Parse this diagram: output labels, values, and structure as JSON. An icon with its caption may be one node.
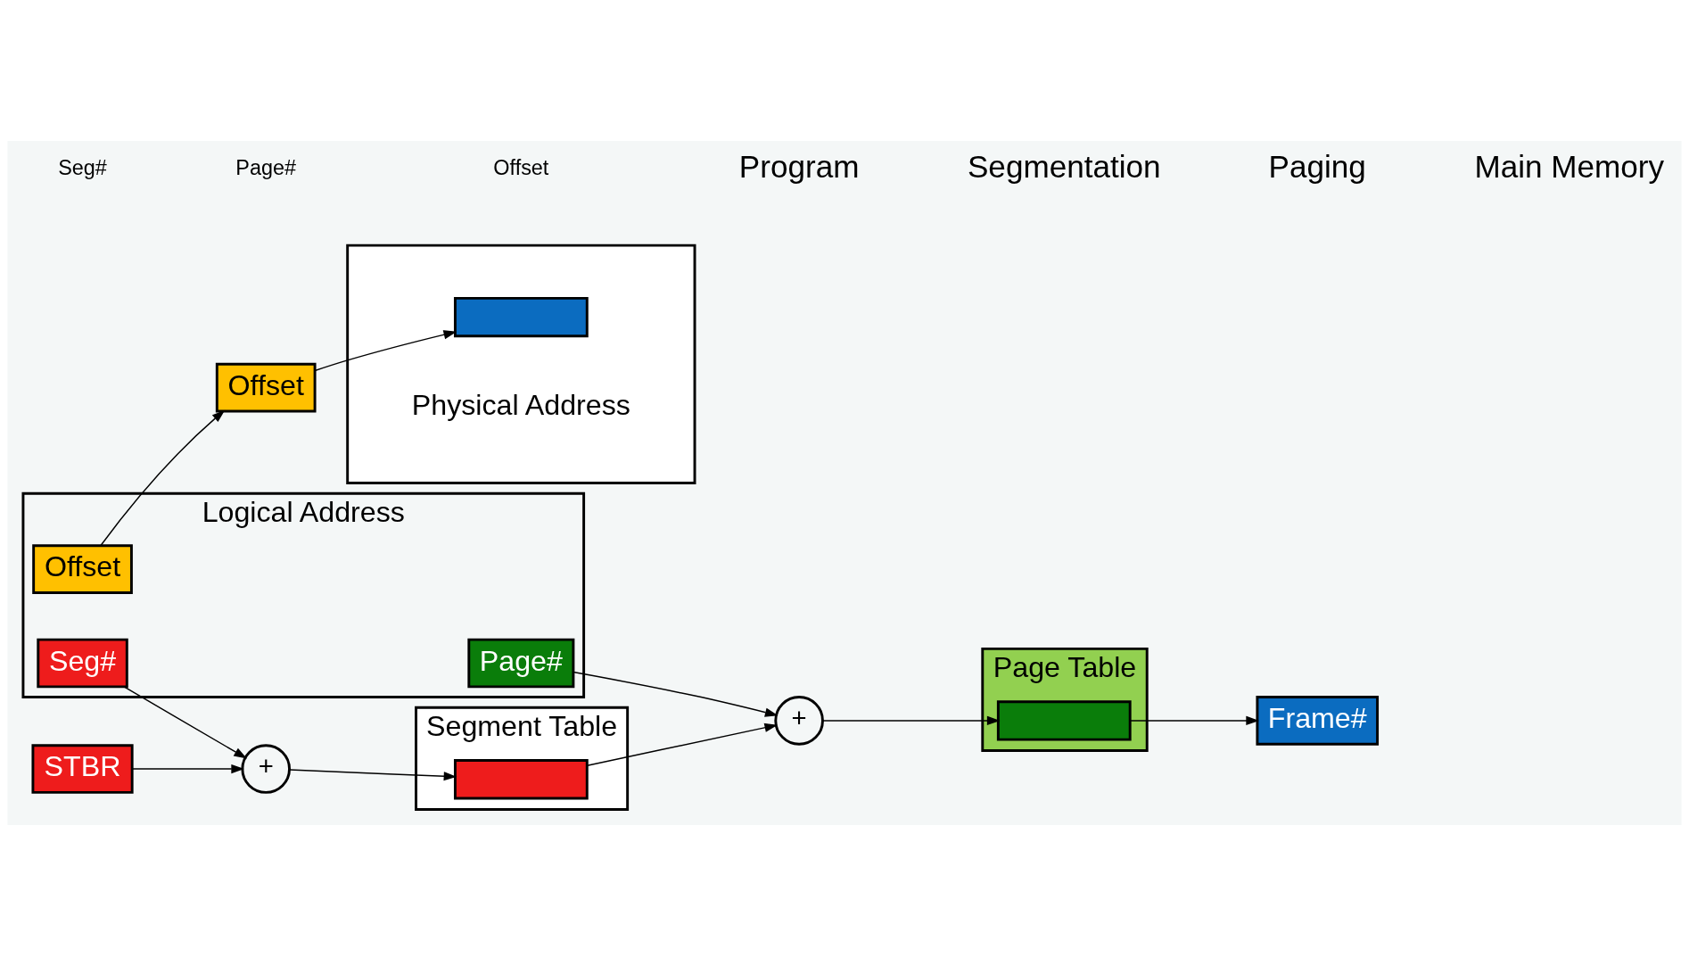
{
  "diagram": {
    "nodes": [
      {
        "text": [
          "Logical Address"
        ]
      },
      {
        "text": [
          "Seg#"
        ],
        "in": 0
      },
      {
        "text": [
          "Page#"
        ],
        "in": 0
      },
      {
        "text": [
          "Offset"
        ],
        "in": 0
      },
      {
        "text": [
          "Frame#"
        ]
      },
      {
        "text": [
          "Offset"
        ]
      },
      {
        "text": [
          "STBR"
        ]
      },
      {
        "text": [
          "+"
        ]
      },
      {
        "text": [
          "Segment Table"
        ]
      },
      {
        "text": [],
        "shape": "box",
        "in": 8
      },
      {
        "text": [
          "+"
        ]
      },
      {
        "text": [
          "Page Table"
        ]
      },
      {
        "text": [],
        "shape": "box",
        "in": 11
      },
      {
        "text": [],
        "shape": "box"
      },
      {
        "text": [],
        "shape": "box",
        "in": 13,
        "beside": [
          "Physical Address"
        ]
      }
    ],
    "edges": [
      {
        "from": 1,
        "to": 7,
        "arrow": "to"
      },
      {
        "from": 6,
        "to": 7,
        "arrow": "to"
      },
      {
        "from": 7,
        "to": 9,
        "arrow": "to"
      },
      {
        "from": 9,
        "to": 10,
        "arrow": "to"
      },
      {
        "from": 2,
        "to": 10,
        "arrow": "to"
      },
      {
        "from": 10,
        "to": 12,
        "arrow": "to"
      },
      {
        "from": 12,
        "to": 4,
        "arrow": "to"
      },
      {
        "from": 3,
        "to": 5,
        "arrow": "to"
      },
      {
        "from": 5,
        "to": 14,
        "arrow": "to"
      }
    ],
    "labels": [
      "Seg#",
      "Page#",
      "Offset",
      "Program",
      "Segmentation",
      "Paging",
      "Main Memory"
    ]
  }
}
